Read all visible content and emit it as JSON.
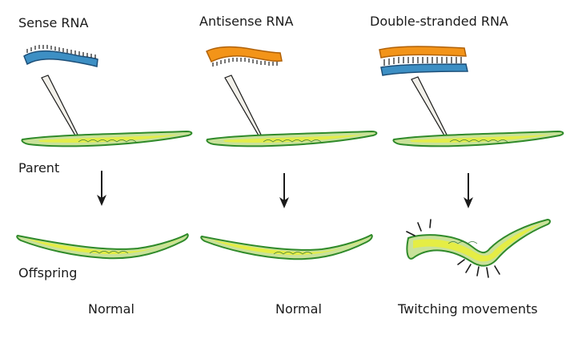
{
  "rna_types": {
    "sense": "Sense RNA",
    "antisense": "Antisense RNA",
    "double_stranded": "Double-stranded RNA"
  },
  "stages": {
    "parent": "Parent",
    "offspring": "Offspring"
  },
  "outcomes": {
    "sense": "Normal",
    "antisense": "Normal",
    "double_stranded": "Twitching movements"
  },
  "colors": {
    "sense_strand": "#3d8fc4",
    "antisense_strand": "#f39419",
    "worm_body": "#c9e29a",
    "worm_gut": "#e8ee3c",
    "worm_outline": "#2f8a2a",
    "arrow": "#1a1a1a"
  }
}
